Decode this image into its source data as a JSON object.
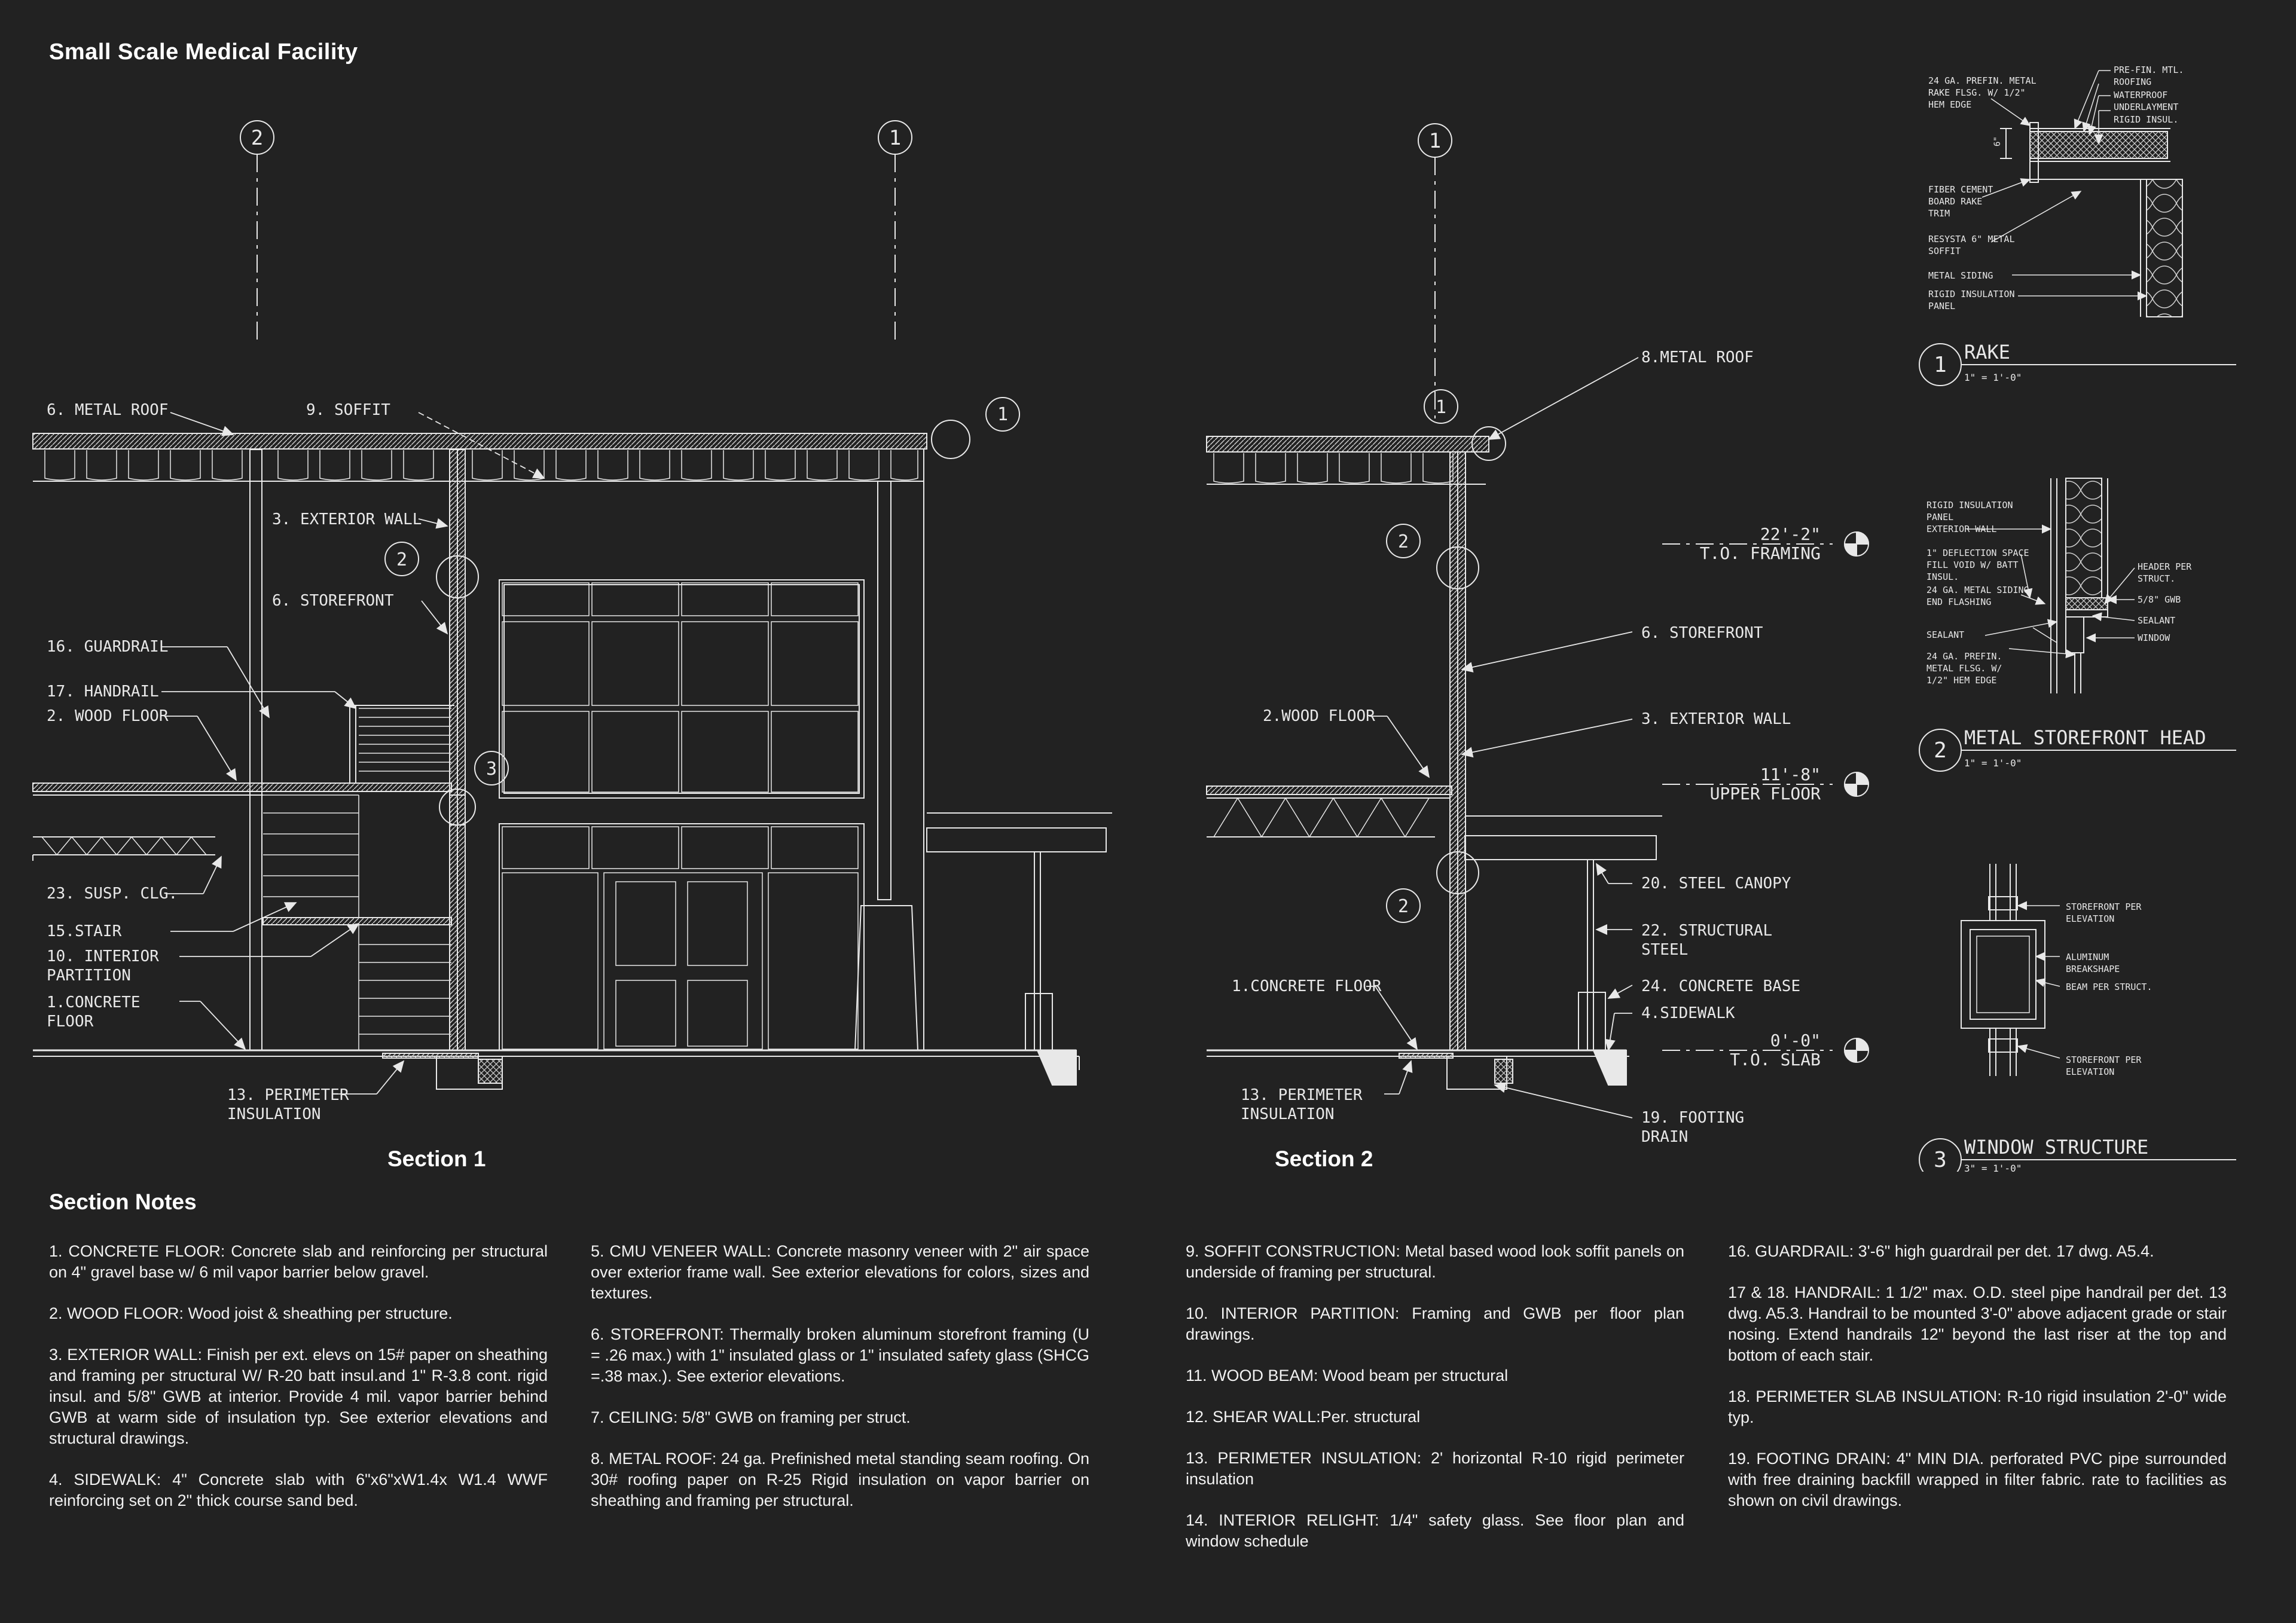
{
  "title": "Small Scale Medical Facility",
  "sections": [
    {
      "title": "Section 1"
    },
    {
      "title": "Section 2"
    }
  ],
  "gridlines": {
    "left": "2",
    "mid": "1",
    "right": "1"
  },
  "section1_labels": {
    "metal_roof": "6. METAL ROOF",
    "soffit": "9. SOFFIT",
    "exterior_wall": "3. EXTERIOR WALL",
    "storefront": "6. STOREFRONT",
    "guardrail": "16. GUARDRAIL",
    "handrail": "17. HANDRAIL",
    "wood_floor": "2. WOOD FLOOR",
    "susp_clg": "23. SUSP. CLG.",
    "stair": "15.STAIR",
    "interior_partition_1": "10. INTERIOR",
    "interior_partition_2": "PARTITION",
    "concrete_floor_1": "1.CONCRETE",
    "concrete_floor_2": "FLOOR",
    "perimeter_1": "13. PERIMETER",
    "perimeter_2": "INSULATION",
    "callout_1": "1",
    "callout_2": "2",
    "callout_3": "3"
  },
  "section2_labels": {
    "metal_roof": "8.METAL ROOF",
    "storefront": "6. STOREFRONT",
    "wood_floor": "2.WOOD FLOOR",
    "exterior_wall": "3. EXTERIOR WALL",
    "steel_canopy": "20. STEEL CANOPY",
    "structural_steel_1": "22. STRUCTURAL",
    "structural_steel_2": "STEEL",
    "concrete_base": "24. CONCRETE BASE",
    "sidewalk": "4.SIDEWALK",
    "concrete_floor": "1.CONCRETE FLOOR",
    "perimeter_1": "13. PERIMETER",
    "perimeter_2": "INSULATION",
    "footing_1": "19. FOOTING",
    "footing_2": "DRAIN",
    "elev_framing_val": "22'-2\"",
    "elev_framing": "T.O. FRAMING",
    "elev_upper_val": "11'-8\"",
    "elev_upper": "UPPER FLOOR",
    "elev_slab_val": "0'-0\"",
    "elev_slab": "T.O. SLAB",
    "callout_1": "1",
    "callout_2a": "2",
    "callout_2b": "2"
  },
  "details": {
    "rake": {
      "num": "1",
      "title": "RAKE",
      "scale": "1\" = 1'-0\"",
      "l1": "24 GA. PREFIN. METAL",
      "l2": "RAKE FLSG. W/ 1/2\"",
      "l3": "HEM EDGE",
      "l4": "FIBER CEMENT",
      "l5": "BOARD RAKE",
      "l6": "TRIM",
      "l7": "RESYSTA 6\" METAL",
      "l8": "SOFFIT",
      "l9": "METAL SIDING",
      "l10": "RIGID INSULATION",
      "l11": "PANEL",
      "r1": "PRE-FIN. MTL.",
      "r2": "ROOFING",
      "r3": "WATERPROOF",
      "r4": "UNDERLAYMENT",
      "r5": "RIGID INSUL.",
      "dim": "6\""
    },
    "storefront_head": {
      "num": "2",
      "title": "METAL STOREFRONT HEAD",
      "scale": "1\" = 1'-0\"",
      "l1": "RIGID INSULATION",
      "l2": "PANEL",
      "l3": "EXTERIOR WALL",
      "l4": "1\" DEFLECTION SPACE",
      "l5": "FILL VOID W/ BATT",
      "l6": "INSUL.",
      "l7": "24 GA. METAL SIDING",
      "l8": "END FLASHING",
      "l9": "SEALANT",
      "l10": "24 GA. PREFIN.",
      "l11": "METAL FLSG. W/",
      "l12": "1/2\" HEM EDGE",
      "r1": "HEADER PER",
      "r2": "STRUCT.",
      "r3": "5/8\" GWB",
      "r4": "SEALANT",
      "r5": "WINDOW"
    },
    "window_structure": {
      "num": "3",
      "title": "WINDOW STRUCTURE",
      "scale": "3\" = 1'-0\"",
      "r1": "STOREFRONT PER",
      "r2": "ELEVATION",
      "r3": "ALUMINUM",
      "r4": "BREAKSHAPE",
      "r5": "BEAM PER STRUCT.",
      "r6": "STOREFRONT PER",
      "r7": "ELEVATION"
    }
  },
  "notes_title": "Section Notes",
  "notes": {
    "col1": [
      "1. CONCRETE FLOOR: Concrete slab and reinforcing per structural on 4\" gravel base w/ 6 mil vapor barrier below gravel.",
      "2. WOOD FLOOR: Wood joist & sheathing per structure.",
      "3. EXTERIOR WALL: Finish per ext. elevs on 15# paper on sheathing and framing per structural W/ R-20 batt insul.and 1\" R-3.8 cont. rigid insul. and 5/8\" GWB at interior. Provide 4 mil. vapor barrier behind  GWB at warm side of insulation typ. See exterior elevations and structural drawings.",
      "4. SIDEWALK: 4\" Concrete slab with 6\"x6\"xW1.4x W1.4 WWF reinforcing set on 2\" thick course sand bed."
    ],
    "col2": [
      "5. CMU VENEER WALL: Concrete masonry veneer with 2\" air space over exterior frame wall. See exterior elevations for colors, sizes and textures.",
      "6.  STOREFRONT: Thermally broken aluminum storefront framing (U = .26 max.) with 1\" insulated glass or 1\" insulated safety glass (SHCG =.38 max.). See exterior elevations.",
      "7. CEILING:  5/8\" GWB on framing per struct.",
      "8. METAL ROOF: 24 ga. Prefinished metal standing seam roofing. On 30# roofing paper on R-25 Rigid insulation on vapor barrier on sheathing and framing per structural."
    ],
    "col3": [
      "9. SOFFIT CONSTRUCTION: Metal based wood look soffit panels on underside of framing per structural.",
      "10. INTERIOR PARTITION: Framing and GWB per floor plan drawings.",
      "11. WOOD BEAM: Wood beam per structural",
      "12. SHEAR WALL:Per. structural",
      "13.  PERIMETER  INSULATION:  2'  horizontal  R-10  rigid perimeter insulation",
      "14. INTERIOR RELIGHT: 1/4\" safety glass. See floor plan and window schedule"
    ],
    "col4": [
      "16. GUARDRAIL: 3'-6\" high guardrail per det. 17 dwg. A5.4.",
      "17 & 18. HANDRAIL: 1 1/2\" max. O.D. steel pipe handrail per det. 13 dwg. A5.3. Handrail to be mounted 3'-0\" above adjacent grade or stair nosing. Extend handrails 12\" beyond the last riser at the top and bottom of each stair.",
      "18. PERIMETER SLAB INSULATION: R-10 rigid insulation 2'-0\" wide typ.",
      "19. FOOTING DRAIN: 4\" MIN DIA. perforated PVC pipe surrounded with free draining backfill wrapped in filter fabric. rate to facilities as shown on civil drawings."
    ]
  },
  "colors": {
    "background": "#222222",
    "line": "#e8e8e8",
    "text": "#ffffff"
  }
}
